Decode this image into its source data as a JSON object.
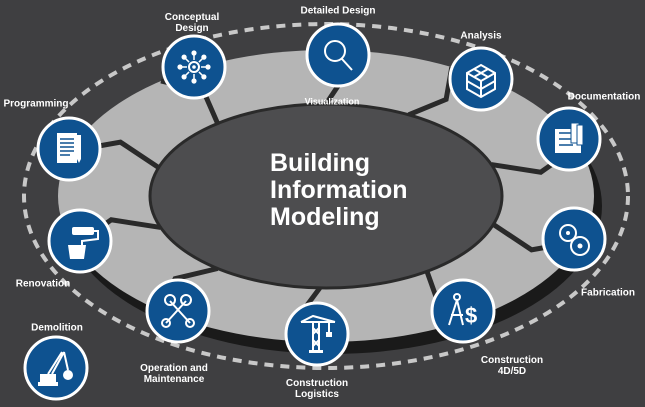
{
  "title": {
    "line1": "Building",
    "line2": "Information",
    "line3": "Modeling"
  },
  "inner_label": "Visualization",
  "stages": [
    {
      "id": "detailed-design",
      "label": "Detailed Design",
      "icon": "magnifier-icon"
    },
    {
      "id": "analysis",
      "label": "Analysis",
      "icon": "wireframe-cubes-icon"
    },
    {
      "id": "documentation",
      "label": "Documentation",
      "icon": "blueprint-rolls-icon"
    },
    {
      "id": "fabrication",
      "label": "Fabrication",
      "icon": "gears-icon"
    },
    {
      "id": "construction-4d5d",
      "label": "Construction\n4D/5D",
      "icon": "compass-dollar-icon"
    },
    {
      "id": "construction-logistics",
      "label": "Construction\nLogistics",
      "icon": "tower-crane-icon"
    },
    {
      "id": "operation-maintenance",
      "label": "Operation and\nMaintenance",
      "icon": "wrench-tools-icon"
    },
    {
      "id": "demolition",
      "label": "Demolition",
      "icon": "wrecking-crane-icon"
    },
    {
      "id": "renovation",
      "label": "Renovation",
      "icon": "paint-roller-icon"
    },
    {
      "id": "programming",
      "label": "Programming",
      "icon": "document-pencil-icon"
    },
    {
      "id": "conceptual-design",
      "label": "Conceptual\nDesign",
      "icon": "network-hub-icon"
    }
  ],
  "colors": {
    "background": "#3f3f41",
    "ring": "#b5b5b5",
    "ring_shadow": "#1a1a1a",
    "center": "#4d4d4f",
    "node_fill": "#0e5290",
    "node_border": "#ffffff",
    "dashes": "#c8c8c8",
    "text": "#ffffff"
  }
}
